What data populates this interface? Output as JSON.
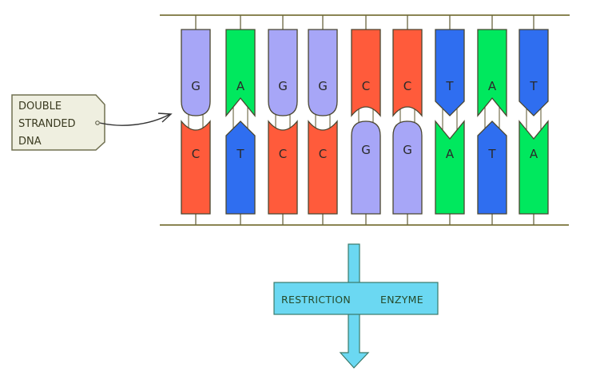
{
  "label_tag": {
    "lines": [
      "DOUBLE",
      "STRANDED",
      "DNA"
    ]
  },
  "colors": {
    "G": "#a7a6f7",
    "C": "#ff5b3b",
    "A": "#00e85e",
    "T": "#2f6ef0",
    "backbone": "#8a8553",
    "tag_fill": "#efefe0",
    "tag_border": "#707050",
    "enzyme_fill": "#6bd8f2",
    "enzyme_border": "#3a7a6a"
  },
  "dna": {
    "top_strand": [
      "G",
      "A",
      "G",
      "G",
      "C",
      "C",
      "T",
      "A",
      "T"
    ],
    "bottom_strand": [
      "C",
      "T",
      "C",
      "C",
      "G",
      "G",
      "A",
      "T",
      "A"
    ]
  },
  "enzyme": {
    "label_left": "RESTRICTION",
    "label_right": "ENZYME"
  }
}
